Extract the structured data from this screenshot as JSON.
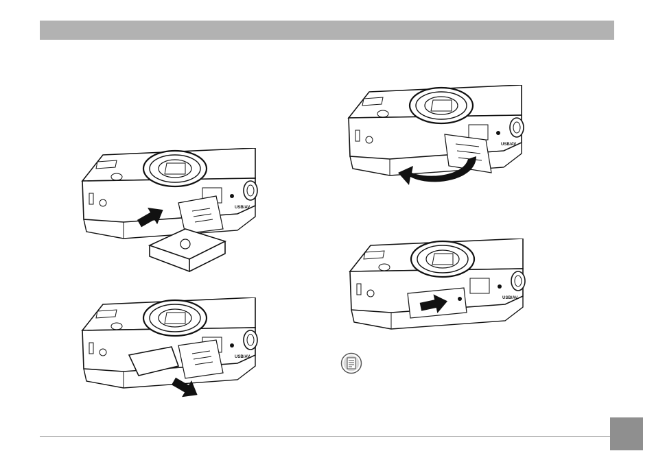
{
  "page": {
    "colors": {
      "header_bar": "#b2b2b2",
      "footer_rule": "#9c9c9c",
      "page_tab": "#8f8f8f",
      "line_art": "#111111"
    }
  },
  "illustrations": [
    {
      "id": "step-insert-battery",
      "icons": [
        "camera-icon",
        "battery-icon",
        "arrow-icon"
      ]
    },
    {
      "id": "step-push-battery",
      "icons": [
        "camera-icon",
        "battery-icon",
        "arrow-icon"
      ]
    },
    {
      "id": "step-close-cover",
      "icons": [
        "camera-icon",
        "curved-arrow-icon"
      ]
    },
    {
      "id": "step-lock-cover",
      "icons": [
        "camera-icon",
        "arrow-icon"
      ]
    }
  ],
  "note": {
    "icon": "note-icon"
  },
  "camera_markings": {
    "port_label": "USB/AV"
  }
}
